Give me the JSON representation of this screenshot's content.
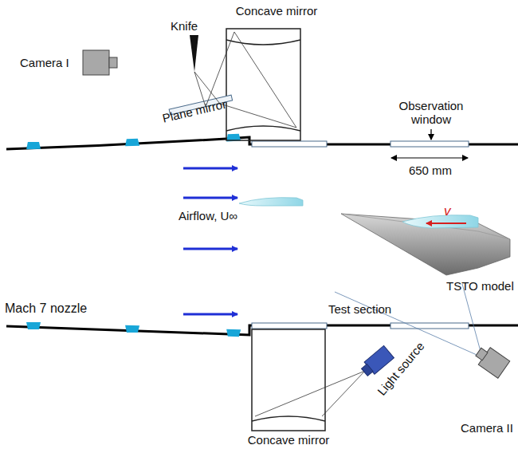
{
  "diagram": {
    "labels": [
      "Concave mirror",
      "Knife",
      "Camera I",
      "Plane mirror",
      "Observation window",
      "650 mm",
      "v",
      "Airflow, U∞",
      "TSTO model",
      "Mach 7 nozzle",
      "Test section",
      "Light source",
      "Camera II",
      "Concave mirror"
    ]
  }
}
